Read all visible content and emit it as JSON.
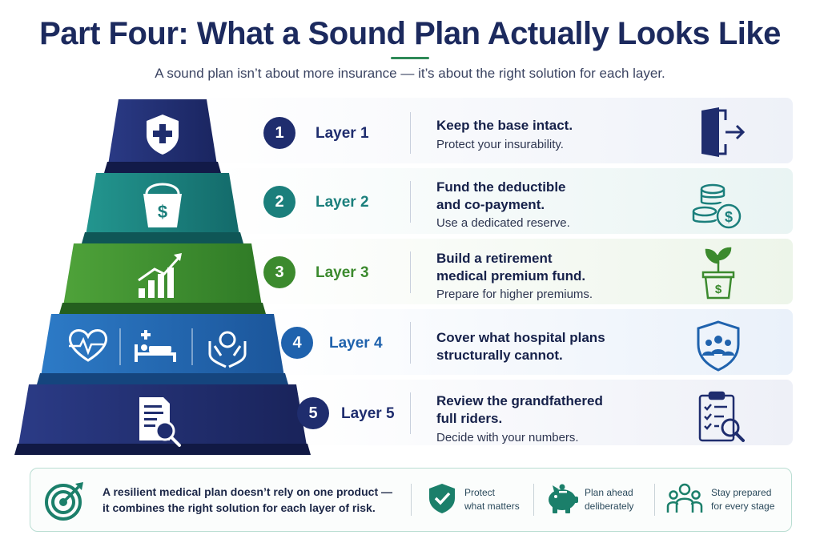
{
  "title": "Part Four: What a Sound Plan Actually Looks Like",
  "subtitle": "A sound plan isn’t about more insurance — it’s about the right solution for each layer.",
  "layers": [
    {
      "number": "1",
      "label": "Layer 1",
      "heading_line1": "Keep the base intact.",
      "heading_line2": "",
      "sub": "Protect your insurability.",
      "icon": "door-exit-icon",
      "color": "#1f2d6e"
    },
    {
      "number": "2",
      "label": "Layer 2",
      "heading_line1": "Fund the deductible",
      "heading_line2": "and co-payment.",
      "sub": "Use a dedicated reserve.",
      "icon": "coins-dollar-icon",
      "color": "#1b7f7c"
    },
    {
      "number": "3",
      "label": "Layer 3",
      "heading_line1": "Build a retirement",
      "heading_line2": "medical premium fund.",
      "sub": "Prepare for higher premiums.",
      "icon": "plant-pot-icon",
      "color": "#3c8a2e"
    },
    {
      "number": "4",
      "label": "Layer 4",
      "heading_line1": "Cover what hospital plans",
      "heading_line2": "structurally cannot.",
      "sub": "",
      "icon": "shield-people-icon",
      "color": "#1f62ad"
    },
    {
      "number": "5",
      "label": "Layer 5",
      "heading_line1": "Review the grandfathered",
      "heading_line2": "full riders.",
      "sub": "Decide with your numbers.",
      "icon": "clipboard-search-icon",
      "color": "#1f2d6e"
    }
  ],
  "footer": {
    "line1": "A resilient medical plan doesn’t rely on one product —",
    "line2": "it combines the right solution for each layer of risk.",
    "items": [
      {
        "icon": "shield-check-icon",
        "line1": "Protect",
        "line2": "what matters"
      },
      {
        "icon": "piggy-bank-icon",
        "line1": "Plan ahead",
        "line2": "deliberately"
      },
      {
        "icon": "people-icon",
        "line1": "Stay prepared",
        "line2": "for every stage"
      }
    ]
  },
  "colors": {
    "navy": "#1f2d6e",
    "teal": "#1b7f7c",
    "green": "#3c8a2e",
    "blue": "#1f62ad",
    "accent": "#2e8a57"
  }
}
